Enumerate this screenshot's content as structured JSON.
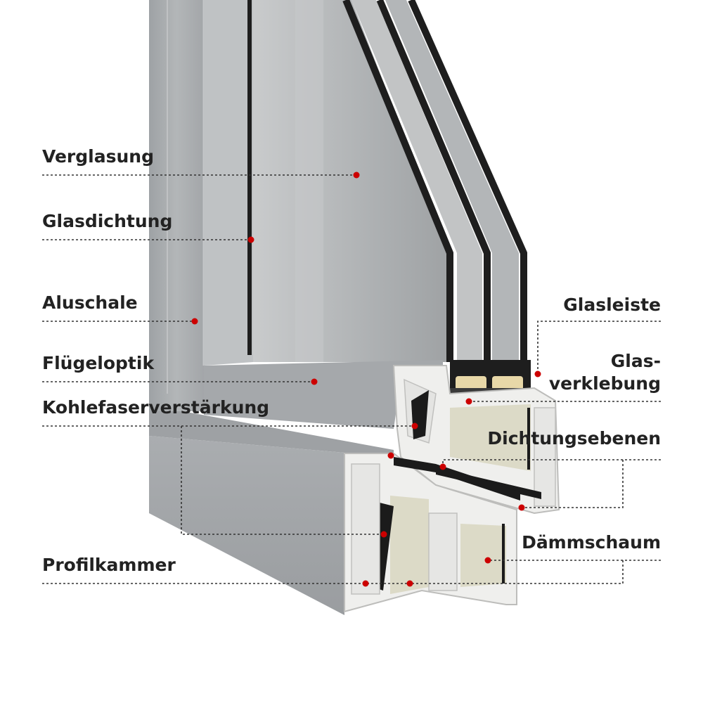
{
  "colors": {
    "frame": "#a8acaf",
    "frame_dark": "#8f9396",
    "glass": "#b9bcbe",
    "pvc": "#ececea",
    "foam": "#d9d7c4",
    "steel": "#1b1b1b",
    "marker": "#cc0000",
    "label": "#222222"
  },
  "labels": {
    "verglasung": "Verglasung",
    "glasdichtung": "Glasdichtung",
    "aluschale": "Aluschale",
    "fluegeloptik": "Flügeloptik",
    "kohlefaser": "Kohlefaserverstärkung",
    "profilkammer": "Profilkammer",
    "glasleiste": "Glasleiste",
    "glasverklebung_1": "Glas-",
    "glasverklebung_2": "verklebung",
    "dichtungsebenen": "Dichtungsebenen",
    "daemmschaum": "Dämmschaum"
  }
}
